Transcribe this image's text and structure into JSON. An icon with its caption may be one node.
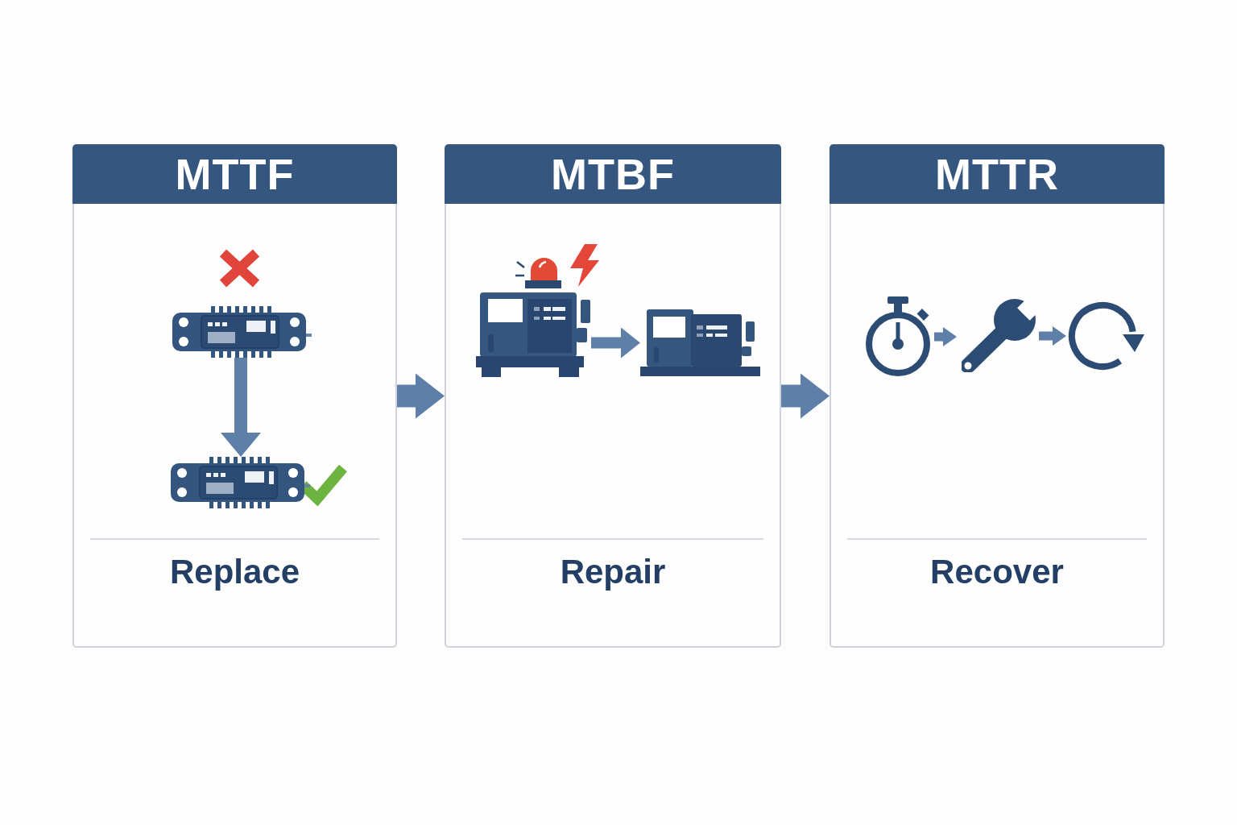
{
  "diagram": {
    "nodes": [
      {
        "text": [
          "MTTF",
          "Replace"
        ]
      },
      {
        "text": [],
        "shape": "picture",
        "in": 0
      },
      {
        "text": [],
        "shape": "picture",
        "in": 0
      },
      {
        "text": [
          "MTBF",
          "Repair"
        ]
      },
      {
        "text": [],
        "shape": "picture",
        "in": 3
      },
      {
        "text": [],
        "shape": "picture",
        "in": 3
      },
      {
        "text": [
          "MTTR",
          "Recover"
        ]
      },
      {
        "text": [],
        "shape": "picture",
        "in": 6
      },
      {
        "text": [],
        "shape": "picture",
        "in": 6
      },
      {
        "text": [],
        "shape": "picture",
        "in": 6
      }
    ],
    "edges": [
      {
        "from": 1,
        "to": 2,
        "arrow": "to"
      },
      {
        "from": 0,
        "to": 3,
        "arrow": "to"
      },
      {
        "from": 4,
        "to": 5,
        "arrow": "to"
      },
      {
        "from": 3,
        "to": 6,
        "arrow": "to"
      },
      {
        "from": 7,
        "to": 8,
        "arrow": "to"
      },
      {
        "from": 8,
        "to": 9,
        "arrow": "to"
      }
    ]
  }
}
